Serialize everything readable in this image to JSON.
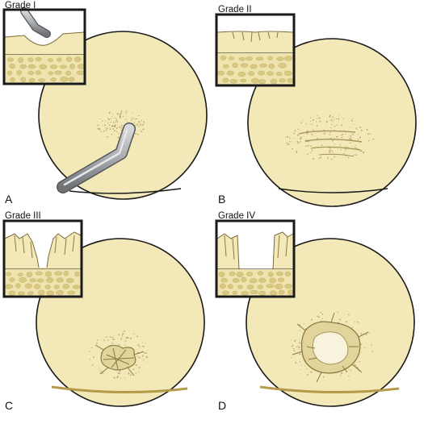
{
  "figure": {
    "panels": [
      {
        "letter": "A",
        "grade": "Grade I"
      },
      {
        "letter": "B",
        "grade": "Grade II"
      },
      {
        "letter": "C",
        "grade": "Grade III"
      },
      {
        "letter": "D",
        "grade": "Grade IV"
      }
    ],
    "colors": {
      "cartilage": "#f3e9b8",
      "outline": "#1a1a1a",
      "bone": "#efe3ae",
      "bone_pores": "#d9c882",
      "stipple": "#b9a76b",
      "probe": "#a9acb0",
      "lesion_core": "#f8f3dc",
      "lesion_rim": "#e2d49a"
    },
    "icons": {
      "probe": "arthroscopic-probe",
      "bone": "subchondral-bone-layer"
    }
  }
}
